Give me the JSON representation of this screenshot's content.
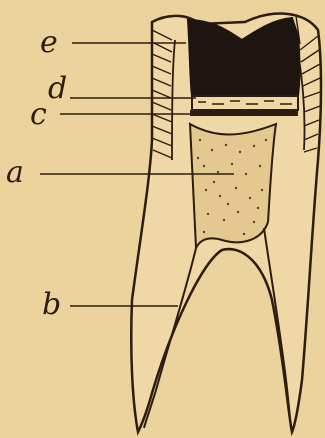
{
  "figure": {
    "labels": {
      "a": "a",
      "b": "b",
      "c": "c",
      "d": "d",
      "e": "e"
    }
  },
  "colors": {
    "paper": "#ecd29c",
    "ink": "#2b1d10",
    "filling": "#1f1510",
    "pulp_stipple": "#5a4228"
  }
}
